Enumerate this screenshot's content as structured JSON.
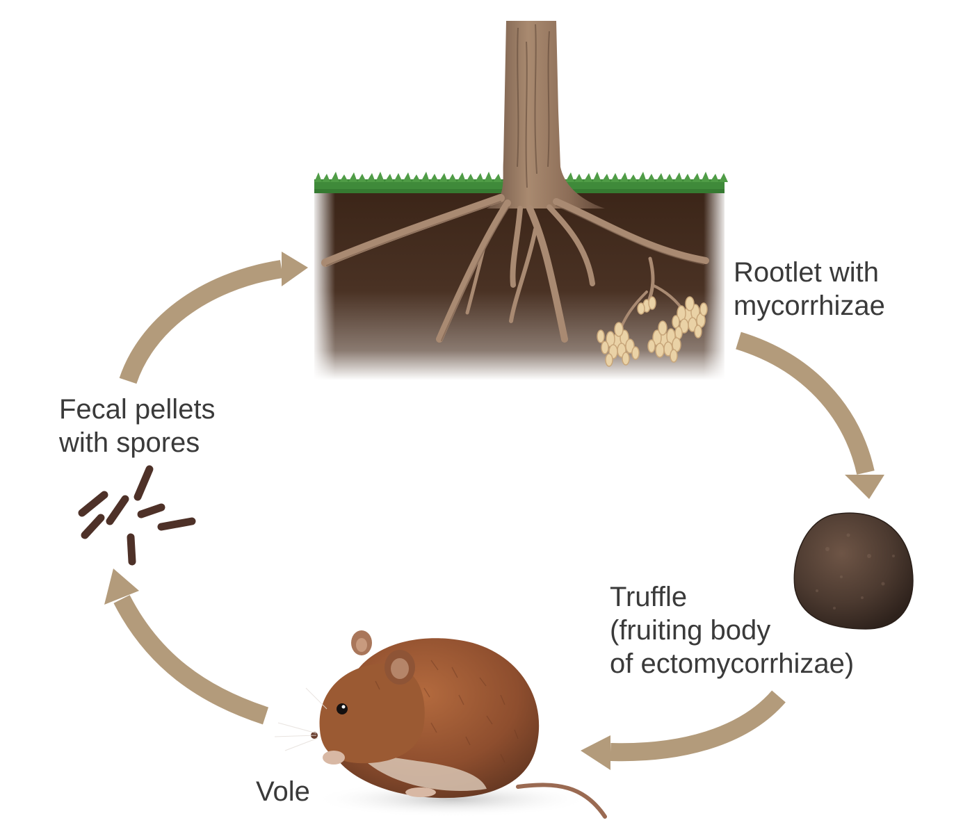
{
  "labels": {
    "rootlet": [
      "Rootlet with",
      "mycorrhizae"
    ],
    "fecal": [
      "Fecal pellets",
      "with spores"
    ],
    "truffle": [
      "Truffle",
      "(fruiting body",
      "of ectomycorrhizae)"
    ],
    "vole": "Vole"
  },
  "colors": {
    "arrow": "#b39b7b",
    "soil": "#3e271a",
    "grass": "#3f8a3a",
    "wood": "#9b7a62",
    "mycorrhizae": "#ead2a6",
    "truffle": "#4f3a30",
    "pellet": "#4e3128",
    "vole_fur": "#94522f",
    "text": "#3a3a3a"
  }
}
